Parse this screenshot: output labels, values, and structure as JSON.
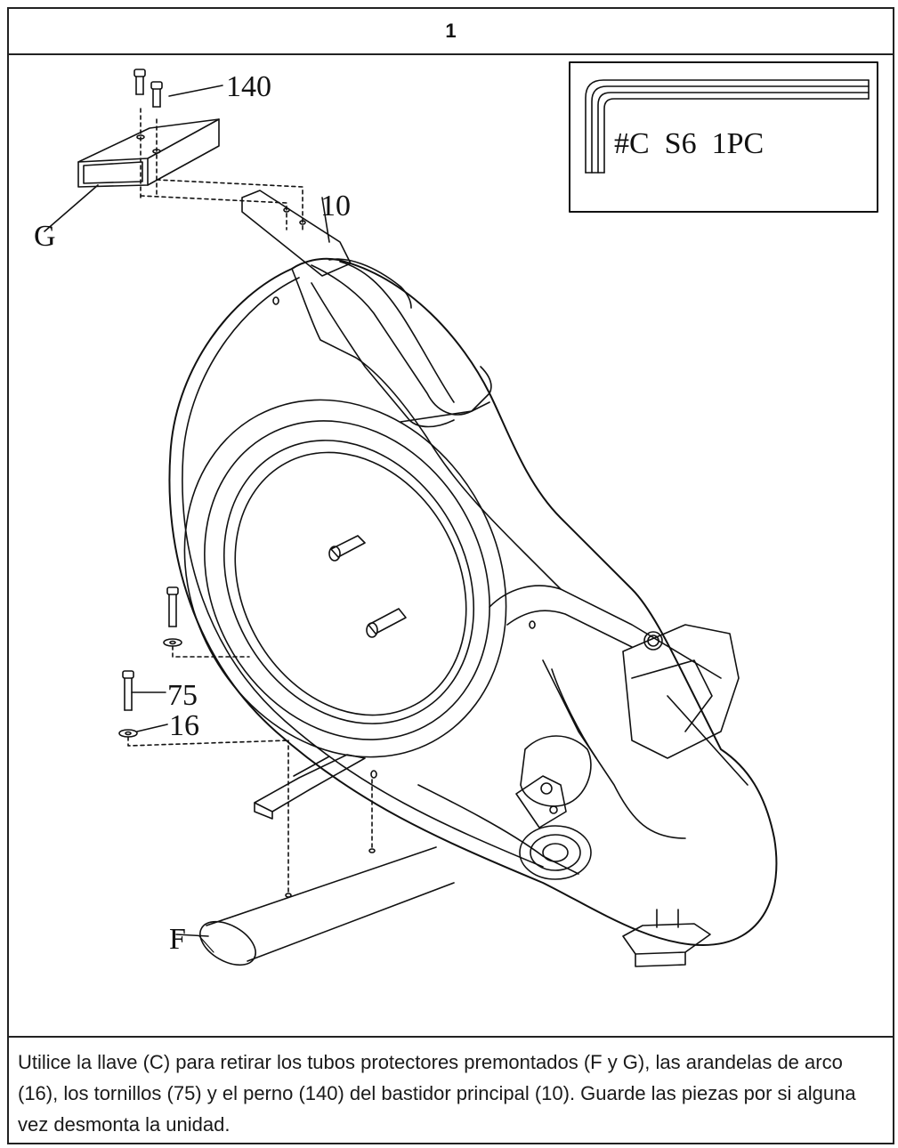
{
  "step": {
    "number": "1"
  },
  "tool_box": {
    "text": "#C  S6  1PC",
    "icon": "hex-key-icon"
  },
  "parts": {
    "bolt_140": "140",
    "frame_10": "10",
    "tube_G": "G",
    "screw_75": "75",
    "washer_16": "16",
    "tube_F": "F"
  },
  "caption": {
    "text": "Utilice la llave (C) para retirar los tubos protectores premontados (F y G), las arandelas de arco (16), los tornillos (75) y el perno (140) del bastidor principal (10). Guarde las piezas por si alguna vez desmonta la unidad."
  }
}
